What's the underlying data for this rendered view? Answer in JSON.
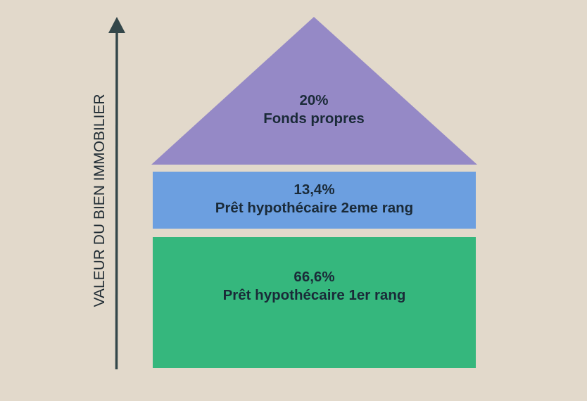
{
  "diagram": {
    "axis": {
      "label": "VALEUR DU BIEN IMMOBILIER",
      "color": "#34474a"
    },
    "blocks": [
      {
        "id": "roof",
        "shape": "triangle",
        "percent": "20%",
        "label": "Fonds propres",
        "color": "#9589c6"
      },
      {
        "id": "middle",
        "shape": "rectangle",
        "percent": "13,4%",
        "label": "Prêt hypothécaire 2eme rang",
        "color": "#6c9fe0"
      },
      {
        "id": "base",
        "shape": "rectangle",
        "percent": "66,6%",
        "label": "Prêt hypothécaire 1er rang",
        "color": "#35b77d"
      }
    ],
    "background": "#e2d9cb",
    "text_color": "#1a2a38"
  },
  "chart_data": {
    "type": "stacked-house",
    "title": "",
    "ylabel": "VALEUR DU BIEN IMMOBILIER",
    "categories": [
      "Prêt hypothécaire 1er rang",
      "Prêt hypothécaire 2eme rang",
      "Fonds propres"
    ],
    "values": [
      66.6,
      13.4,
      20
    ]
  }
}
